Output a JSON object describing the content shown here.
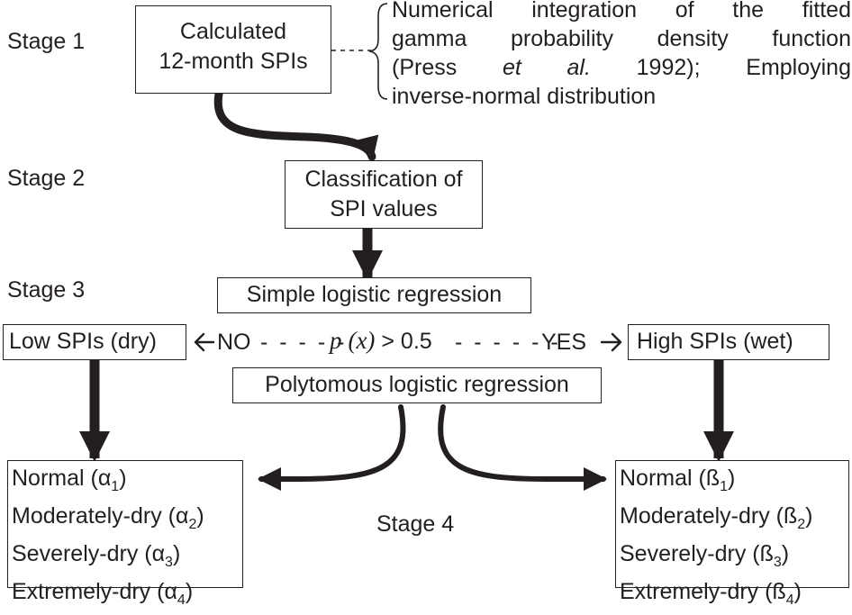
{
  "stages": {
    "s1": "Stage 1",
    "s2": "Stage 2",
    "s3": "Stage 3",
    "s4": "Stage 4"
  },
  "box_spi": {
    "line1": "Calculated",
    "line2": "12-month SPIs"
  },
  "note": {
    "l1_w1": "Numerical",
    "l1_w2": "integration",
    "l1_w3": "of",
    "l1_w4": "the",
    "l1_w5": "fitted",
    "l2_w1": "gamma",
    "l2_w2": "probability",
    "l2_w3": "density",
    "l2_w4": "function",
    "l3_w1": "(Press",
    "l3_w2": "et",
    "l3_w3": "al.",
    "l3_w4": "1992);",
    "l3_w5": "Employing",
    "l4": "inverse-normal distribution"
  },
  "box_class": {
    "line1": "Classification of",
    "line2": "SPI values"
  },
  "box_simple": "Simple logistic regression",
  "box_low": "Low SPIs (dry)",
  "box_high": "High SPIs (wet)",
  "decision": {
    "no": "NO",
    "px_p": "p",
    "px_x": "(x)",
    "threshold": "> 0.5",
    "yes": "YES"
  },
  "box_poly": "Polytomous logistic regression",
  "left_list": {
    "i1": "Normal (α",
    "i1_sub": "1",
    "i1_end": ")",
    "i2": "Moderately-dry (α",
    "i2_sub": "2",
    "i2_end": ")",
    "i3": "Severely-dry (α",
    "i3_sub": "3",
    "i3_end": ")",
    "i4": "Extremely-dry (α",
    "i4_sub": "4",
    "i4_end": ")"
  },
  "right_list": {
    "i1": "Normal (ß",
    "i1_sub": "1",
    "i1_end": ")",
    "i2": "Moderately-dry (ß",
    "i2_sub": "2",
    "i2_end": ")",
    "i3": "Severely-dry (ß",
    "i3_sub": "3",
    "i3_end": ")",
    "i4": "Extremely-dry (ß",
    "i4_sub": "4",
    "i4_end": ")"
  },
  "colors": {
    "ink": "#231f20",
    "background": "#ffffff"
  }
}
